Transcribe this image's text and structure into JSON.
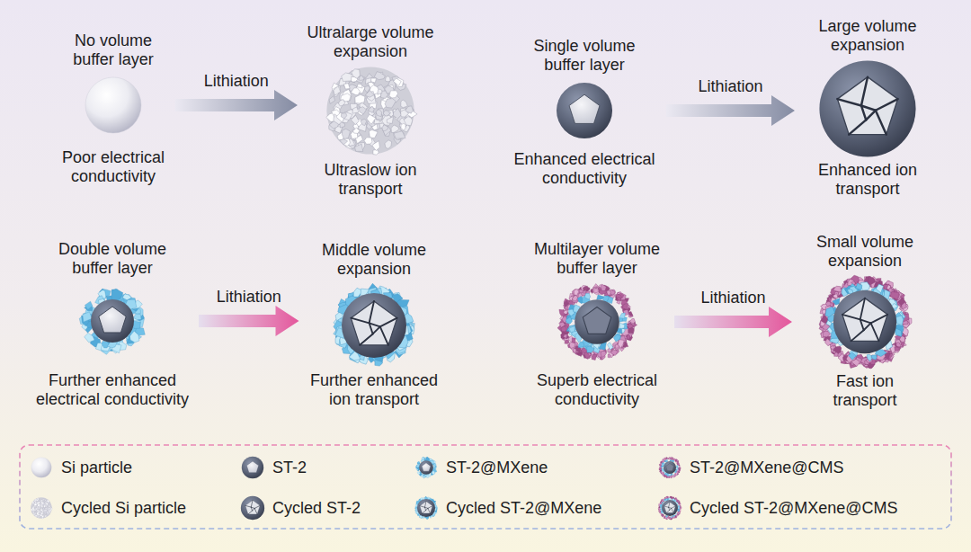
{
  "diagram": {
    "nodes": [
      {
        "text": [
          "No volume buffer layer",
          "Poor electrical conductivity"
        ]
      },
      {
        "text": [
          "Ultralarge volume expansion",
          "Ultraslow ion transport"
        ]
      },
      {
        "text": [
          "Single volume buffer layer",
          "Enhanced electrical conductivity"
        ]
      },
      {
        "text": [
          "Large volume expansion",
          "Enhanced ion transport"
        ]
      },
      {
        "text": [
          "Double volume buffer layer",
          "Further enhanced electrical conductivity"
        ]
      },
      {
        "text": [
          "Middle volume expansion",
          "Further enhanced ion transport"
        ]
      },
      {
        "text": [
          "Multilayer volume buffer layer",
          "Superb electrical conductivity"
        ]
      },
      {
        "text": [
          "Small volume expansion",
          "Fast ion transport"
        ]
      }
    ],
    "edges": [
      {
        "from": 0,
        "to": 1,
        "arrow": "to",
        "label": "Lithiation"
      },
      {
        "from": 2,
        "to": 3,
        "arrow": "to",
        "label": "Lithiation"
      },
      {
        "from": 4,
        "to": 5,
        "arrow": "to",
        "label": "Lithiation"
      },
      {
        "from": 6,
        "to": 7,
        "arrow": "to",
        "label": "Lithiation"
      }
    ],
    "legend": [
      {
        "text": "Si particle"
      },
      {
        "text": "ST-2"
      },
      {
        "text": "ST-2@MXene"
      },
      {
        "text": "ST-2@MXene@CMS"
      },
      {
        "text": "Cycled Si particle"
      },
      {
        "text": "Cycled ST-2"
      },
      {
        "text": "Cycled ST-2@MXene"
      },
      {
        "text": "Cycled ST-2@MXene@CMS"
      }
    ]
  }
}
